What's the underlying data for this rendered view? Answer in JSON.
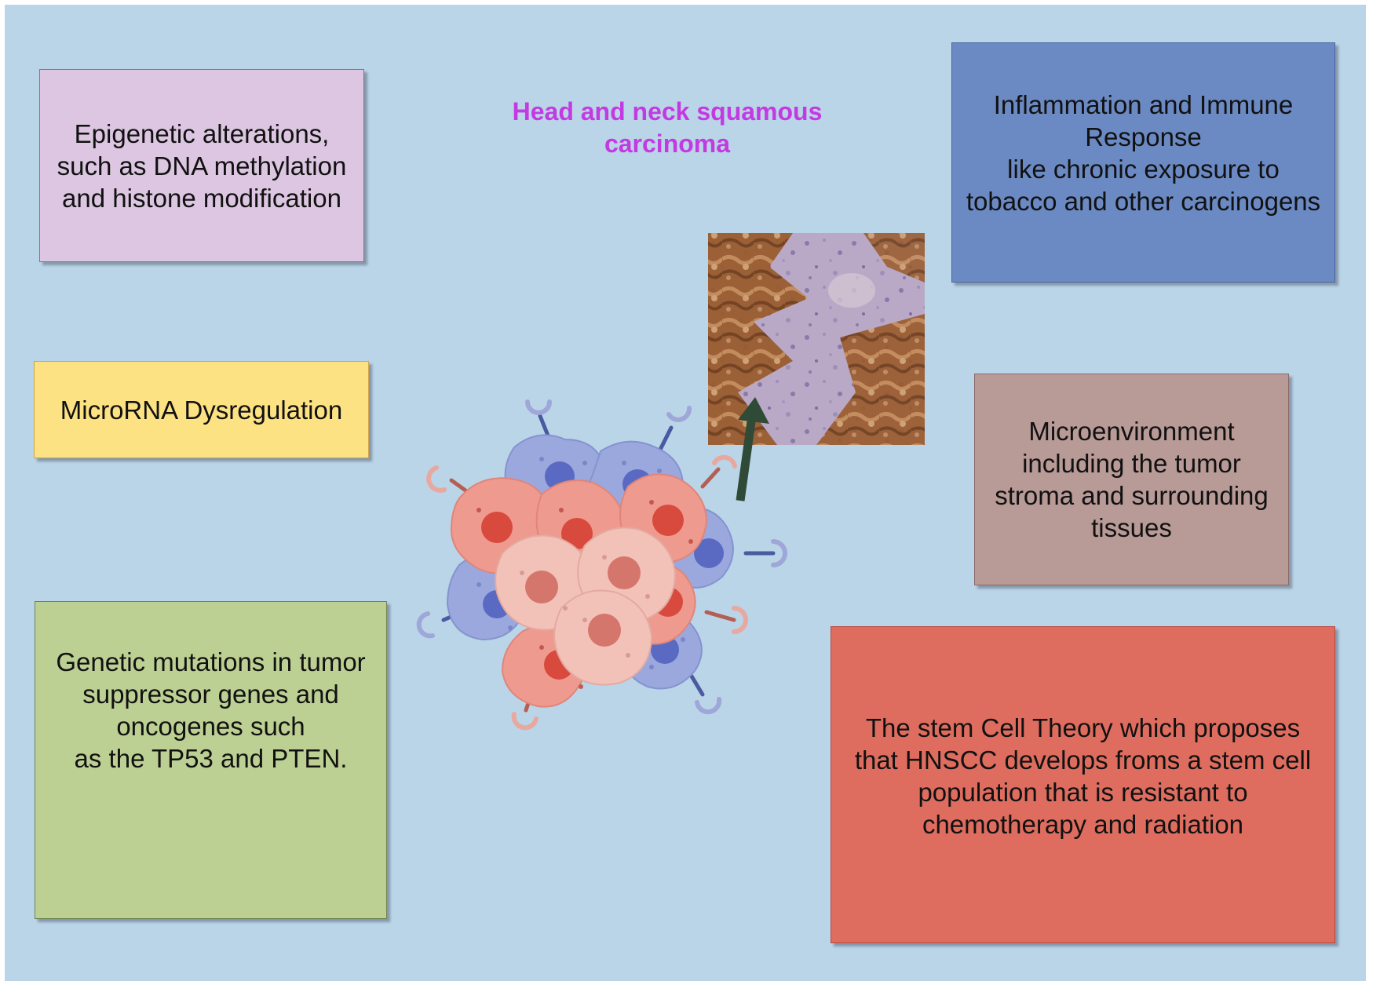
{
  "title": "Head and neck squamous\ncarcinoma",
  "boxes": {
    "epigenetic": "Epigenetic alterations,\nsuch as DNA methylation\nand histone modification",
    "microrna": "MicroRNA Dysregulation",
    "genetic": "Genetic mutations in tumor\nsuppressor genes and\noncogenes such\nas the TP53 and PTEN.",
    "inflammation": "Inflammation and Immune\nResponse\nlike chronic exposure to\ntobacco and other carcinogens",
    "microenvironment": "Microenvironment\nincluding the tumor\nstroma and surrounding\ntissues",
    "stem_cell": "The stem Cell Theory which proposes\nthat HNSCC develops froms a stem cell\npopulation that is resistant to\nchemotherapy and radiation"
  },
  "colors": {
    "background": "#bad4e8",
    "title": "#c33ae2",
    "epigenetic": "#dcc6e1",
    "microrna": "#fde283",
    "genetic": "#bdd093",
    "inflammation": "#6b89c2",
    "microenvironment": "#b89a97",
    "stem_cell": "#de6d5f",
    "arrow": "#2f4a37"
  },
  "icons": [
    "tumor-cell-cluster-icon",
    "histology-image",
    "arrow-up-icon"
  ]
}
